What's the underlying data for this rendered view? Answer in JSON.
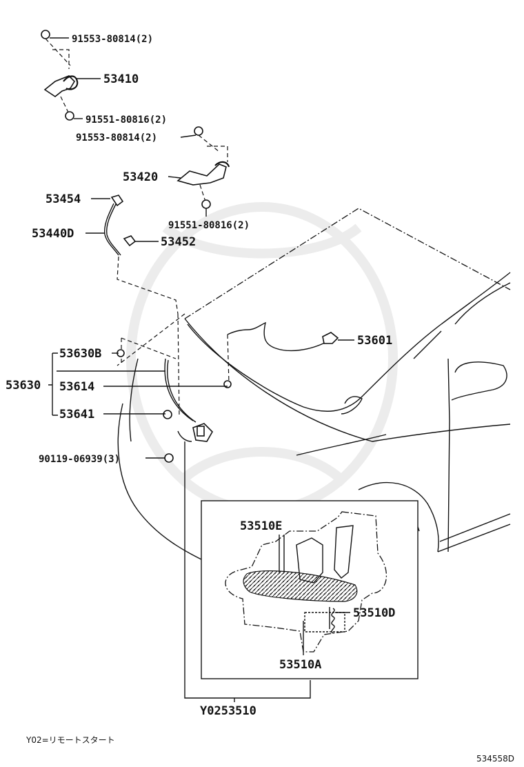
{
  "labels": {
    "bolt_top": "91553-80814(2)",
    "p53410": "53410",
    "bolt_53410_lower": "91551-80816(2)",
    "bolt_53420_upper": "91553-80814(2)",
    "p53420": "53420",
    "p53454": "53454",
    "bolt_53420_lower": "91551-80816(2)",
    "p53440d": "53440D",
    "p53452": "53452",
    "p53601": "53601",
    "p53630b": "53630B",
    "p53630": "53630",
    "p53614": "53614",
    "p53641": "53641",
    "p90119": "90119-06939(3)",
    "p53510e": "53510E",
    "p53510d": "53510D",
    "p53510a": "53510A",
    "assembly": "Y0253510"
  },
  "footnote": "Y02=リモートスタート",
  "diagram_id": "534558D"
}
